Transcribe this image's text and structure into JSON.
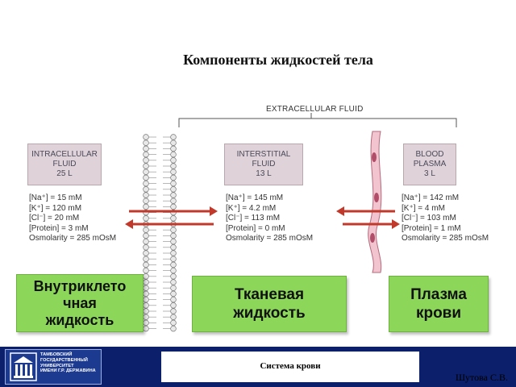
{
  "title": "Компоненты жидкостей тела",
  "extracellular_label": "EXTRACELLULAR FLUID",
  "compartments": [
    {
      "name_lines": [
        "INTRACELLULAR",
        "FLUID",
        "25 L"
      ],
      "ions": [
        "[Na⁺] = 15 mM",
        "[K⁺] = 120 mM",
        "[Cl⁻] = 20 mM",
        "[Protein] = 3 mM",
        "Osmolarity = 285 mOsM"
      ],
      "ru_lines": [
        "Внутриклето",
        "чная",
        "жидкость"
      ]
    },
    {
      "name_lines": [
        "INTERSTITIAL",
        "FLUID",
        "13 L"
      ],
      "ions": [
        "[Na⁺] = 145 mM",
        "[K⁺] = 4.2 mM",
        "[Cl⁻] = 113 mM",
        "[Protein] = 0 mM",
        "Osmolarity = 285 mOsM"
      ],
      "ru_lines": [
        "Тканевая",
        "жидкость"
      ]
    },
    {
      "name_lines": [
        "BLOOD",
        "PLASMA",
        "3 L"
      ],
      "ions": [
        "[Na⁺] = 142 mM",
        "[K⁺] = 4 mM",
        "[Cl⁻] = 103 mM",
        "[Protein] = 1 mM",
        "Osmolarity = 285 mOsM"
      ],
      "ru_lines": [
        "Плазма",
        "крови"
      ]
    }
  ],
  "footer": {
    "logo_lines": [
      "ТАМБОВСКИЙ",
      "ГОСУДАРСТВЕННЫЙ",
      "УНИВЕРСИТЕТ",
      "ИМЕНИ Г.Р. ДЕРЖАВИНА"
    ],
    "title": "Система крови",
    "author": "Шутова С.В."
  },
  "colors": {
    "compartment_box": "#dfd2d8",
    "russian_label_bg": "#8cd65a",
    "arrow": "#c0392b",
    "footer_bg": "#0b1f6b"
  }
}
